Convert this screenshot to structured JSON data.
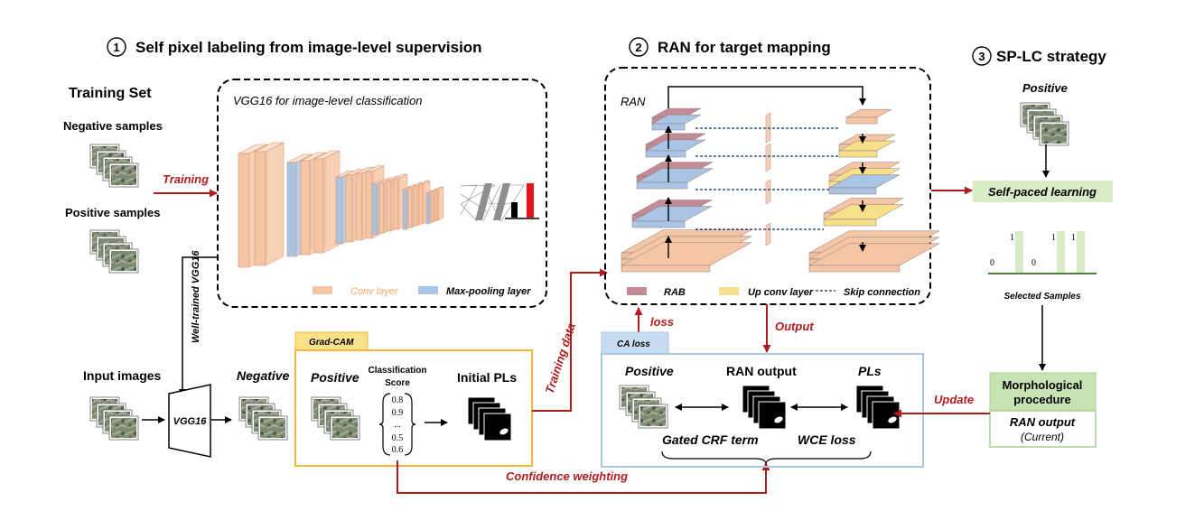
{
  "sections": {
    "s1_num": "1",
    "s1_title": "Self pixel labeling from image-level supervision",
    "s2_num": "2",
    "s2_title": "RAN for target mapping",
    "s3_num": "3",
    "s3_title": "SP-LC strategy"
  },
  "training_set": {
    "title": "Training Set",
    "negative": "Negative samples",
    "positive": "Positive samples",
    "training_arrow": "Training"
  },
  "vgg": {
    "title": "VGG16 for image-level classification",
    "legend_conv": "Conv layer",
    "legend_pool": "Max-pooling  layer",
    "well_trained": "Well-trained VGG16",
    "block_label": "VGG16"
  },
  "input": {
    "title": "Input images",
    "negative": "Negative"
  },
  "gradcam": {
    "tab": "Grad-CAM",
    "positive": "Positive",
    "score_title_1": "Classification",
    "score_title_2": "Score",
    "scores": [
      "0.8",
      "0.9",
      "...",
      "0.5",
      "0.6"
    ],
    "initial_pls": "Initial PLs",
    "training_data": "Training data"
  },
  "ran": {
    "label": "RAN",
    "legend_rab": "RAB",
    "legend_upconv": "Up conv layer",
    "legend_skip": "Skip connection",
    "loss_arrow": "loss",
    "output_arrow": "Output"
  },
  "caloss": {
    "tab": "CA loss",
    "positive": "Positive",
    "ran_output": "RAN  output",
    "pls": "PLs",
    "gated": "Gated CRF term",
    "wce": "WCE loss",
    "confidence": "Confidence weighting"
  },
  "splc": {
    "positive": "Positive",
    "self_paced": "Self-paced learning",
    "bar_labels": [
      "0",
      "1",
      "0",
      "1",
      "1"
    ],
    "bar_values": [
      0,
      1,
      0,
      1,
      1
    ],
    "selected": "Selected Samples",
    "morph_1": "Morphological",
    "morph_2": "procedure",
    "ran_output": "RAN  output",
    "current": "(Current)",
    "update": "Update"
  },
  "colors": {
    "conv": "#f5c6a5",
    "pool": "#a9c4e4",
    "rab": "#c48b96",
    "upconv": "#f8df8a",
    "red_arrow": "#b01c1c",
    "gradcam_border": "#f0b73a",
    "caloss_border": "#a8c8e8",
    "green": "#d8ecc8"
  },
  "icons": [
    "image-stack",
    "mask-stack",
    "vgg16-trapezoid",
    "bracket-icon"
  ]
}
